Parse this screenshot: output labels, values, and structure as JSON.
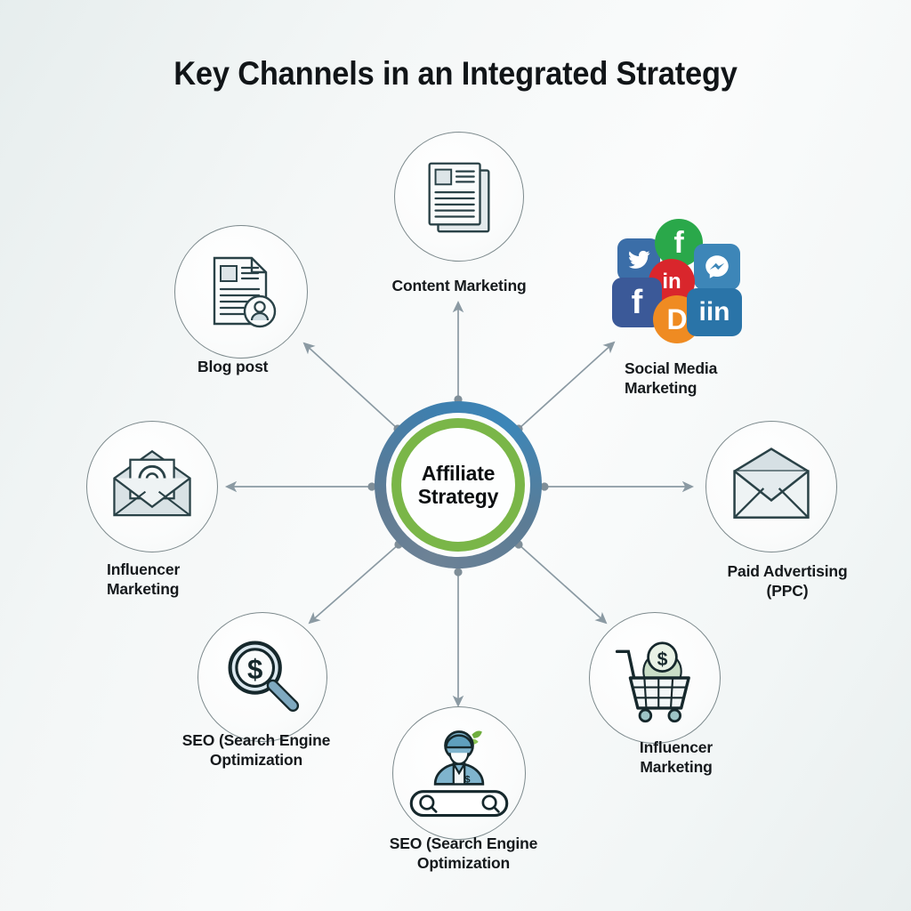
{
  "title": "Key Channels in an Integrated Strategy",
  "colors": {
    "background_top": "#e6eded",
    "background_bottom": "#fbfcfc",
    "hub_outer_ring": "#5c7c95",
    "hub_accent_blue": "#3c86b8",
    "hub_inner_ring": "#7ab648",
    "text": "#15191c",
    "connector": "#8b9aa3",
    "icon_stroke": "#22383c",
    "icon_fill": "#eef2f3",
    "icon_blue": "#7fb4cd",
    "icon_green": "#c9ddc6"
  },
  "hub": {
    "label": "Affiliate\nStrategy",
    "line1": "Affiliate",
    "line2": "Strategy"
  },
  "nodes": [
    {
      "id": "content-marketing",
      "label": "Content Marketing",
      "icon": "documents-stack-icon",
      "position": "top"
    },
    {
      "id": "blog-post",
      "label": "Blog post",
      "icon": "document-author-icon",
      "position": "top-left"
    },
    {
      "id": "social-media-marketing",
      "label": "Social Media\nMarketing",
      "icon": "social-media-cluster-icon",
      "position": "top-right"
    },
    {
      "id": "influencer-marketing-left",
      "label": "Influencer\nMarketing",
      "icon": "email-at-icon",
      "position": "left"
    },
    {
      "id": "paid-advertising",
      "label": "Paid Advertising\n(PPC)",
      "icon": "envelope-icon",
      "position": "right"
    },
    {
      "id": "seo-left",
      "label": "SEO (Search Engine\nOptimization",
      "icon": "magnifier-dollar-icon",
      "position": "bottom-left"
    },
    {
      "id": "influencer-marketing-right",
      "label": "Influencer\nMarketing",
      "icon": "shopping-cart-dollar-icon",
      "position": "bottom-right"
    },
    {
      "id": "seo-bottom",
      "label": "SEO (Search Engine\nOptimization",
      "icon": "person-search-bar-icon",
      "position": "bottom"
    }
  ],
  "social_icons": [
    {
      "name": "twitter-icon",
      "glyph": "",
      "color": "#3b6ea8",
      "shape": "square"
    },
    {
      "name": "facebook-green-icon",
      "glyph": "f",
      "color": "#2aa84a",
      "shape": "circle"
    },
    {
      "name": "messenger-icon",
      "glyph": "",
      "color": "#3d86b8",
      "shape": "square"
    },
    {
      "name": "linkedin-red-icon",
      "glyph": "in",
      "color": "#d9262c",
      "shape": "circle"
    },
    {
      "name": "facebook-icon",
      "glyph": "f",
      "color": "#3b5998",
      "shape": "square"
    },
    {
      "name": "dribbble-icon",
      "glyph": "D",
      "color": "#ef8b22",
      "shape": "circle"
    },
    {
      "name": "linkedin-icon",
      "glyph": "iin",
      "color": "#2a74a8",
      "shape": "square"
    }
  ],
  "connectors": {
    "count": 8,
    "style": "arrow-from-hub",
    "color": "#8b9aa3"
  }
}
